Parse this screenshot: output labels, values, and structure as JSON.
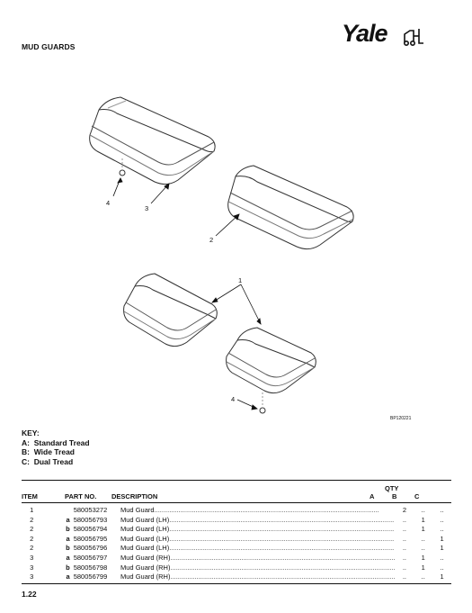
{
  "header": {
    "title": "MUD GUARDS",
    "logo_text": "Yale"
  },
  "figure": {
    "id": "BP120221",
    "callouts": [
      "4",
      "3",
      "2",
      "1",
      "4"
    ]
  },
  "key": {
    "title": "KEY:",
    "items": [
      {
        "letter": "A:",
        "label": "Standard Tread"
      },
      {
        "letter": "B:",
        "label": "Wide Tread"
      },
      {
        "letter": "C:",
        "label": "Dual Tread"
      }
    ]
  },
  "table": {
    "qty_label": "QTY",
    "columns": {
      "item": "ITEM",
      "part": "PART NO.",
      "desc": "DESCRIPTION",
      "a": "A",
      "b": "B",
      "c": "C"
    },
    "rows": [
      {
        "item": "1",
        "variant": "",
        "part": "580053272",
        "desc": "Mud Guard",
        "a": "2",
        "b": "..",
        "c": ".."
      },
      {
        "item": "2",
        "variant": "a",
        "part": "580056793",
        "desc": "Mud Guard (LH)",
        "a": "..",
        "b": "1",
        "c": ".."
      },
      {
        "item": "2",
        "variant": "b",
        "part": "580056794",
        "desc": "Mud Guard (LH)",
        "a": "..",
        "b": "1",
        "c": ".."
      },
      {
        "item": "2",
        "variant": "a",
        "part": "580056795",
        "desc": "Mud Guard (LH)",
        "a": "..",
        "b": "..",
        "c": "1"
      },
      {
        "item": "2",
        "variant": "b",
        "part": "580056796",
        "desc": "Mud Guard (LH)",
        "a": "..",
        "b": "..",
        "c": "1"
      },
      {
        "item": "3",
        "variant": "a",
        "part": "580056797",
        "desc": "Mud Guard (RH)",
        "a": "..",
        "b": "1",
        "c": ".."
      },
      {
        "item": "3",
        "variant": "b",
        "part": "580056798",
        "desc": "Mud Guard (RH)",
        "a": "..",
        "b": "1",
        "c": ".."
      },
      {
        "item": "3",
        "variant": "a",
        "part": "580056799",
        "desc": "Mud Guard (RH)",
        "a": "..",
        "b": "..",
        "c": "1"
      }
    ]
  },
  "footer": {
    "page": "1.22"
  }
}
